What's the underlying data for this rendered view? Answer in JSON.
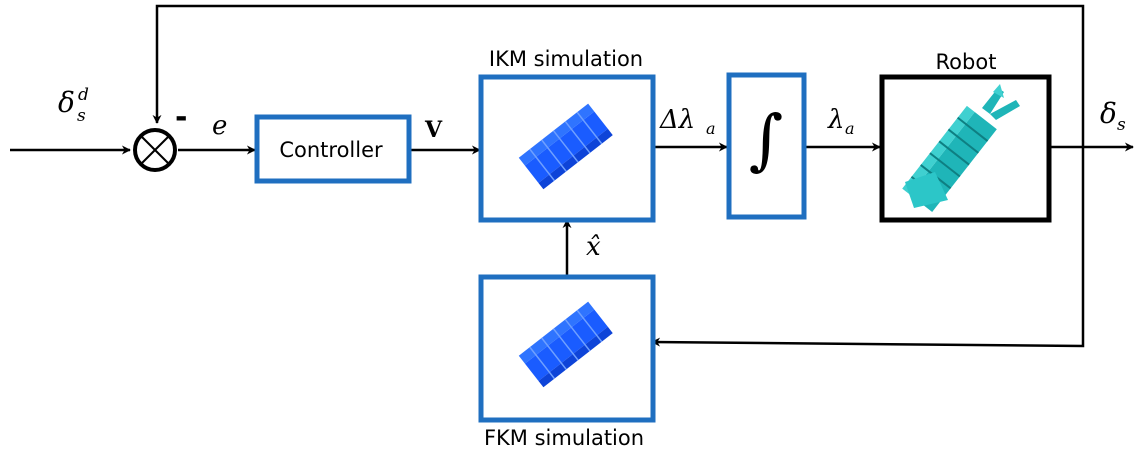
{
  "signals": {
    "delta": "δ",
    "sub_s": "s",
    "sup_d": "d",
    "minus": "-",
    "error": "e",
    "velocity": "V",
    "delta_lambda_prefix": "Δλ",
    "sub_a": "a",
    "lambda": "λ",
    "x_hat": "x̂",
    "integral": "∫"
  },
  "blocks": {
    "controller": "Controller",
    "ikm_title": "IKM simulation",
    "fkm_title": "FKM simulation",
    "robot_title": "Robot"
  },
  "colors": {
    "block_border": "#1f6fc0",
    "robot_border": "#000000",
    "sim_model": "#1a5cff",
    "robot_model": "#1fb5b8"
  }
}
